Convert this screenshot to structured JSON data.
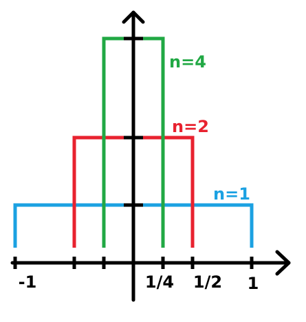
{
  "chart_data": {
    "type": "line",
    "x_range": [
      -1,
      1
    ],
    "tick_labels": [
      "-1",
      "1/4",
      "1/2",
      "1"
    ],
    "series": [
      {
        "name": "n=1",
        "label": "n=1",
        "color": "#1ba1e2",
        "x": [
          -1,
          -1,
          1,
          1
        ],
        "y": [
          0,
          1,
          1,
          0
        ]
      },
      {
        "name": "n=2",
        "label": "n=2",
        "color": "#e8222f",
        "x": [
          -0.5,
          -0.5,
          0.5,
          0.5
        ],
        "y": [
          0,
          2,
          2,
          0
        ]
      },
      {
        "name": "n=4",
        "label": "n=4",
        "color": "#21a844",
        "x": [
          -0.25,
          -0.25,
          0.25,
          0.25
        ],
        "y": [
          0,
          4,
          4,
          0
        ]
      }
    ],
    "axis_color": "#000000"
  }
}
